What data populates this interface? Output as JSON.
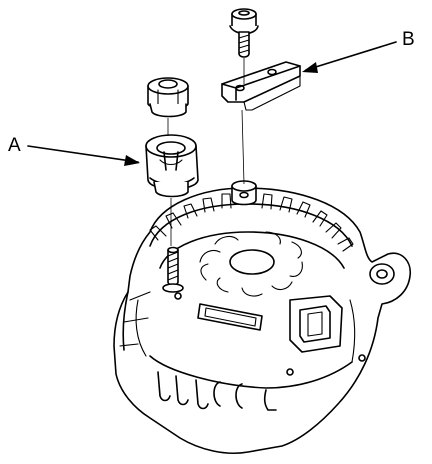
{
  "callouts": {
    "a": "A",
    "b": "B"
  },
  "parts": [
    "alternator-body",
    "terminal-nut",
    "insulator-cap",
    "terminal-stud",
    "bracket-bolt",
    "bracket-plate"
  ],
  "colors": {
    "line": "#000000",
    "background": "#ffffff"
  }
}
